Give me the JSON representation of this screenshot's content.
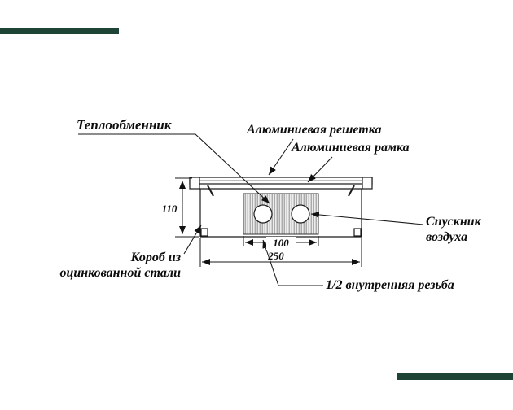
{
  "accent": {
    "bar_color": "#1d4434"
  },
  "labels": {
    "heat_exchanger": "Теплообменник",
    "aluminum_grille": "Алюминиевая решетка",
    "aluminum_frame": "Алюминиевая рамка",
    "air_vent": {
      "line1": "Спускник",
      "line2": "воздуха"
    },
    "steel_box": {
      "line1": "Короб из",
      "line2": "оцинкованной стали"
    },
    "thread": "1/2 внутренняя резьба"
  },
  "dimensions": {
    "height_mm": "110",
    "exchanger_width_mm": "100",
    "body_width_mm": "250"
  }
}
